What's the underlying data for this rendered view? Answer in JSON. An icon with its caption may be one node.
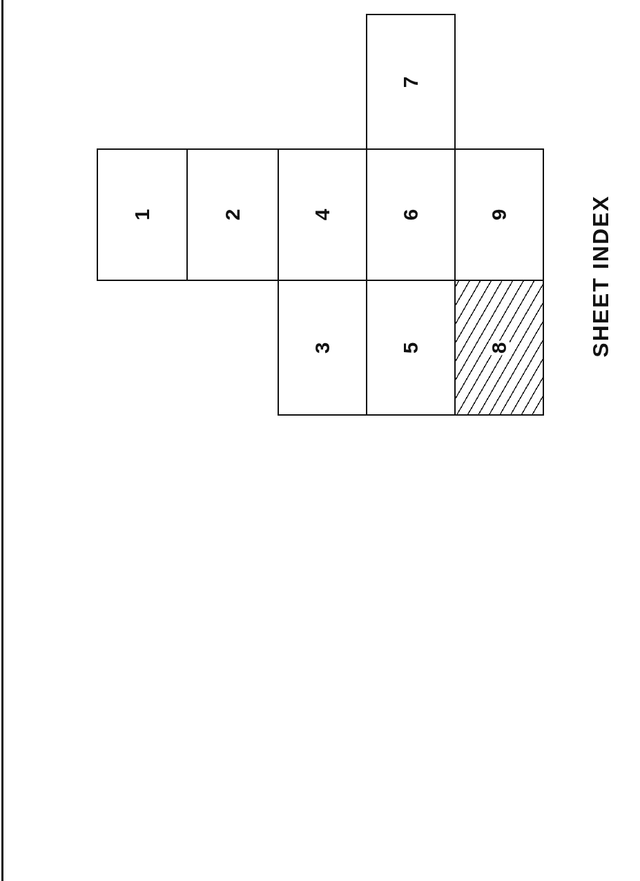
{
  "diagram": {
    "title": "SHEET INDEX",
    "nodes": [
      {
        "text": [
          "1"
        ]
      },
      {
        "text": [
          "2"
        ]
      },
      {
        "text": [
          "3"
        ]
      },
      {
        "text": [
          "4"
        ]
      },
      {
        "text": [
          "5"
        ]
      },
      {
        "text": [
          "6"
        ]
      },
      {
        "text": [
          "7"
        ]
      },
      {
        "text": [
          "8"
        ]
      },
      {
        "text": [
          "9"
        ]
      }
    ]
  }
}
